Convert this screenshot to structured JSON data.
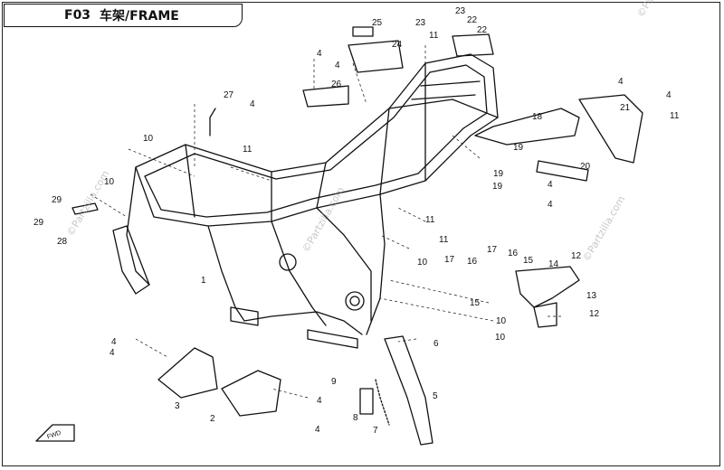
{
  "header": {
    "code": "F03",
    "title": "车架/FRAME"
  },
  "watermarks": [
    "©Partzilla.com",
    "©Partzilla.com",
    "©Partzilla.com",
    "©Partzilla.com"
  ],
  "fwd_label": "FWD",
  "callouts": [
    "1",
    "2",
    "3",
    "4",
    "4",
    "4",
    "4",
    "4",
    "4",
    "4",
    "4",
    "4",
    "4",
    "4",
    "5",
    "6",
    "7",
    "8",
    "9",
    "10",
    "10",
    "10",
    "10",
    "10",
    "11",
    "11",
    "11",
    "11",
    "11",
    "12",
    "12",
    "13",
    "14",
    "15",
    "15",
    "16",
    "16",
    "17",
    "17",
    "18",
    "19",
    "19",
    "19",
    "20",
    "21",
    "22",
    "22",
    "23",
    "23",
    "24",
    "25",
    "26",
    "27",
    "28",
    "29",
    "29"
  ]
}
